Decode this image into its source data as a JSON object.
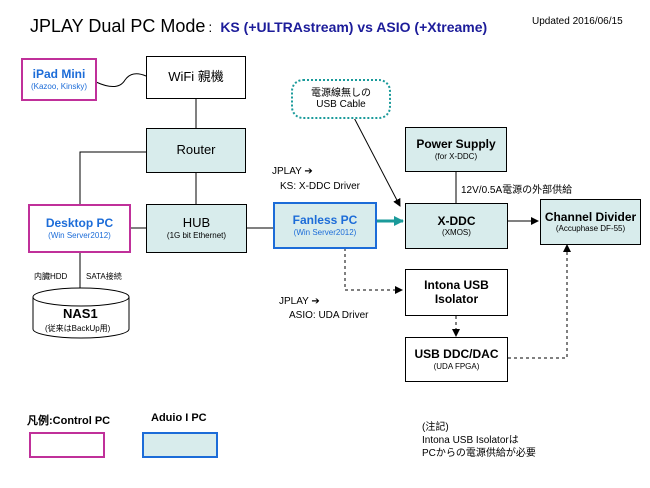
{
  "header": {
    "title": "JPLAY Dual PC Mode",
    "title_sep": ":",
    "subtitle": "KS (+ULTRAstream) vs ASIO (+Xtreame)",
    "updated": "Updated 2016/06/15"
  },
  "nodes": {
    "ipad": {
      "title": "iPad Mini",
      "sub": "(Kazoo, Kinsky)"
    },
    "wifi": {
      "title": "WiFi 親機"
    },
    "router": {
      "title": "Router"
    },
    "desktop": {
      "title": "Desktop PC",
      "sub": "(Win Server2012)"
    },
    "hub": {
      "title": "HUB",
      "sub": "(1G bit Ethernet)"
    },
    "fanless": {
      "title": "Fanless PC",
      "sub": "(Win Server2012)"
    },
    "usb_cable": {
      "line1": "電源線無しの",
      "line2": "USB Cable"
    },
    "power": {
      "title": "Power Supply",
      "sub": "(for X-DDC)"
    },
    "xddc": {
      "title": "X-DDC",
      "sub": "(XMOS)"
    },
    "divider": {
      "title": "Channel Divider",
      "sub": "(Accuphase DF-55)"
    },
    "isolator": {
      "line1": "Intona USB",
      "line2": "Isolator"
    },
    "dac": {
      "title": "USB DDC/DAC",
      "sub": "(UDA FPGA)"
    },
    "nas": {
      "title": "NAS1",
      "sub": "(従来はBackUp用)"
    }
  },
  "labels": {
    "ks_line1": "JPLAY ➔",
    "ks_line2": "KS: X-DDC Driver",
    "asio_line1": "JPLAY ➔",
    "asio_line2": "ASIO: UDA Driver",
    "power_feed": "12V/0.5A電源の外部供給",
    "hdd": "内臓HDD",
    "sata": "SATA接続"
  },
  "legend": {
    "prefix": "凡例:",
    "control": "Control PC",
    "audio": "Aduio I PC"
  },
  "note": {
    "line1": "(注記)",
    "line2": "Intona USB Isolatorは",
    "line3": "PCからの電源供給が必要"
  },
  "colors": {
    "control_border": "#c0309a",
    "audio_border": "#1c6cd8",
    "teal_fill": "#d8ecec",
    "highlight_arrow": "#1a9a9a"
  }
}
